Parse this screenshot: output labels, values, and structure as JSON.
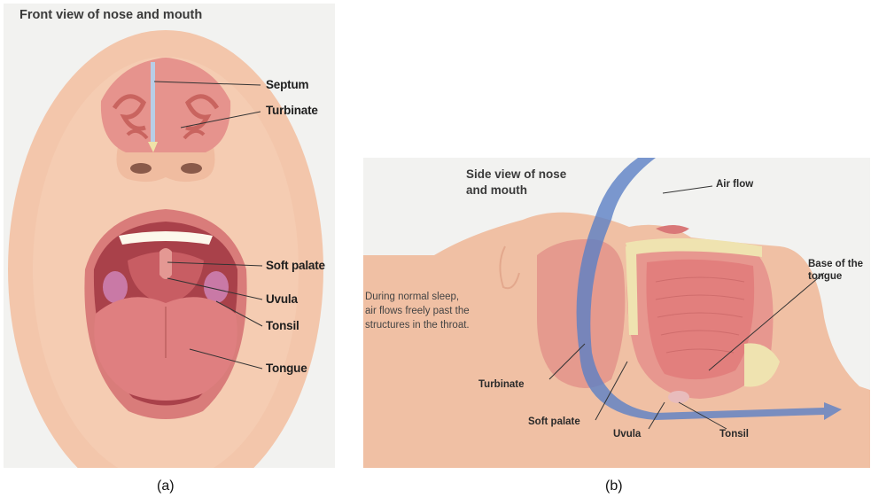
{
  "panel_a": {
    "title": "Front view of nose and mouth",
    "labels": {
      "septum": "Septum",
      "turbinate": "Turbinate",
      "soft_palate": "Soft palate",
      "uvula": "Uvula",
      "tonsil": "Tonsil",
      "tongue": "Tongue"
    },
    "sublabel": "(a)"
  },
  "panel_b": {
    "title_line1": "Side view of nose",
    "title_line2": "and mouth",
    "caption_line1": "During normal sleep,",
    "caption_line2": "air flows freely past the",
    "caption_line3": "structures in the throat.",
    "labels": {
      "air_flow": "Air flow",
      "base_tongue_line1": "Base of the",
      "base_tongue_line2": "tongue",
      "turbinate": "Turbinate",
      "soft_palate": "Soft palate",
      "uvula": "Uvula",
      "tonsil": "Tonsil"
    },
    "sublabel": "(b)"
  },
  "colors": {
    "skin": "#f0c2a7",
    "tissue": "#e08c88",
    "airflow": "#5b7fc6",
    "panel_bg": "#f2f2f0"
  }
}
